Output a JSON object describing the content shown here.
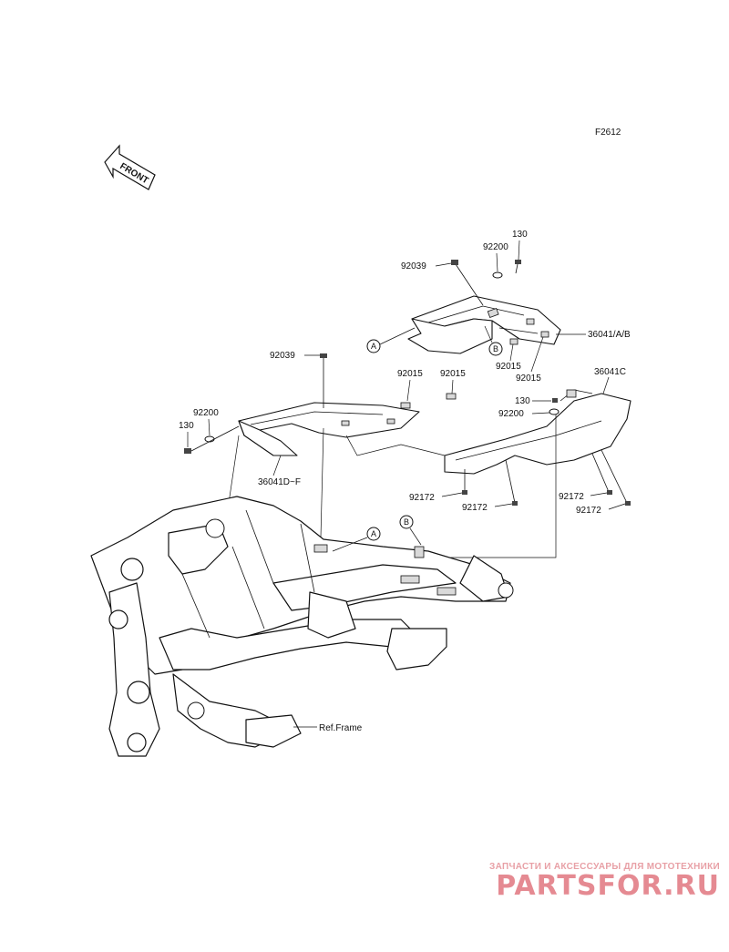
{
  "figure_id": "F2612",
  "front_label": "FRONT",
  "ref_frame_label": "Ref.Frame",
  "callouts": [
    "A",
    "B"
  ],
  "parts": {
    "p130_upper": "130",
    "p92200_upper": "92200",
    "p92039_upper": "92039",
    "p36041AB": "36041/A/B",
    "p92015_ab_1": "92015",
    "p92015_ab_2": "92015",
    "p92039_mid": "92039",
    "p92015_left": "92015",
    "p92015_right": "92015",
    "p36041C": "36041C",
    "p130_right": "130",
    "p92200_right": "92200",
    "p92200_left": "92200",
    "p130_left": "130",
    "p36041DF": "36041D~F",
    "p92172_1": "92172",
    "p92172_2": "92172",
    "p92172_3": "92172",
    "p92172_4": "92172"
  },
  "watermark": {
    "subtitle": "ЗАПЧАСТИ И АКСЕССУАРЫ ДЛЯ МОТОТЕХНИКИ",
    "brand": "PARTSFOR.RU"
  }
}
